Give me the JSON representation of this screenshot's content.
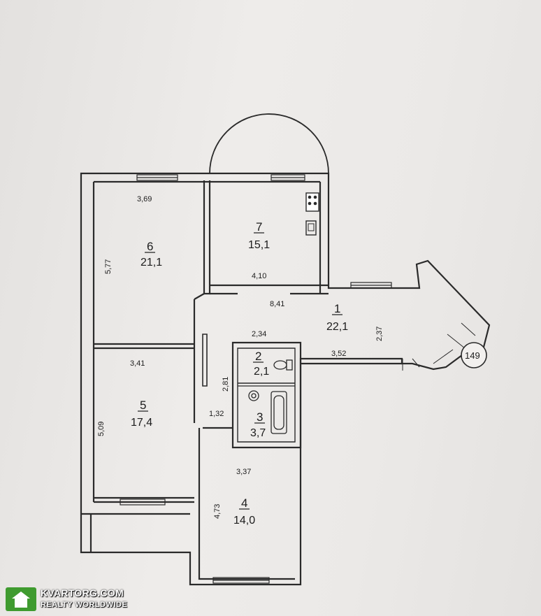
{
  "rooms": [
    {
      "number": "1",
      "area": "22,1"
    },
    {
      "number": "2",
      "area": "2,1"
    },
    {
      "number": "3",
      "area": "3,7"
    },
    {
      "number": "4",
      "area": "14,0"
    },
    {
      "number": "5",
      "area": "17,4"
    },
    {
      "number": "6",
      "area": "21,1"
    },
    {
      "number": "7",
      "area": "15,1"
    }
  ],
  "dimensions": {
    "room6_width": "3,69",
    "room6_length": "5,77",
    "room7_width": "4,10",
    "hall_length": "8,41",
    "hall_depth": "2,37",
    "hall_inner": "2,34",
    "corridor": "3,52",
    "room5_width": "3,41",
    "room5_length": "5,09",
    "bath_length": "2,81",
    "passage": "1,32",
    "room4_width": "3,37",
    "room4_length": "4,73"
  },
  "apartment_marker": "149",
  "watermark": {
    "name": "KVARTORG.COM",
    "tagline": "REALTY WORLDWIDE",
    "icon": "house-icon"
  }
}
